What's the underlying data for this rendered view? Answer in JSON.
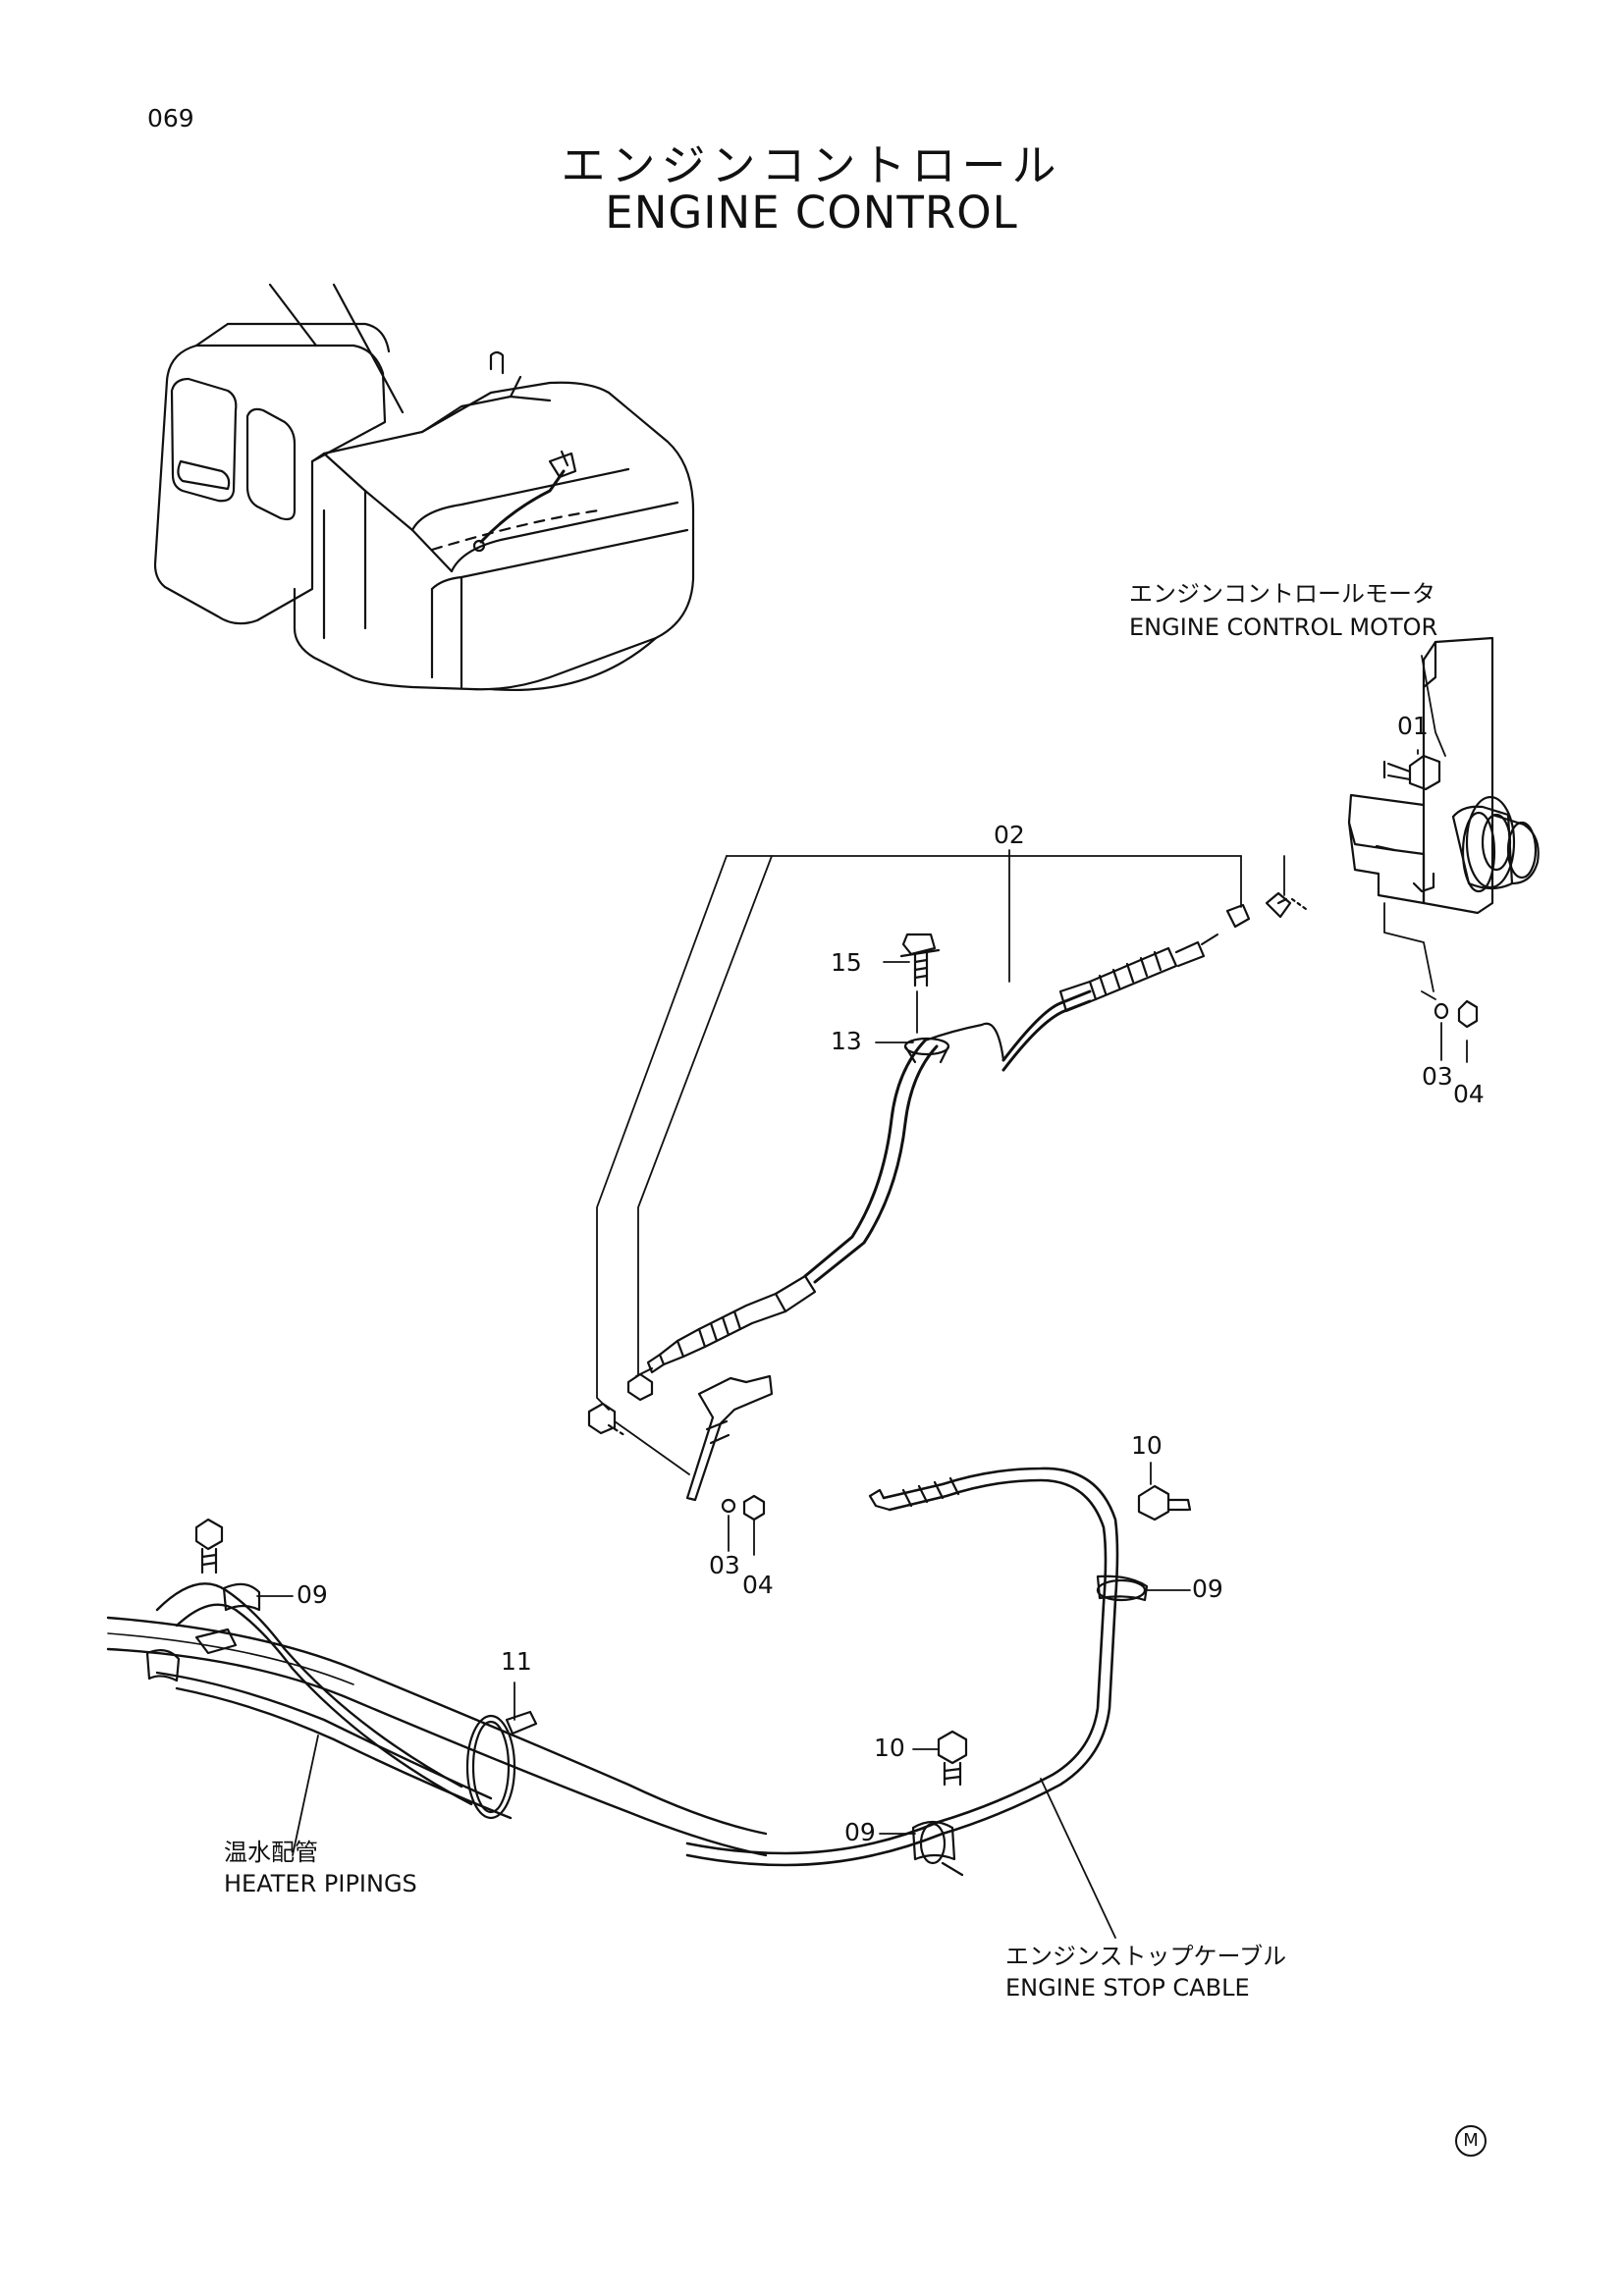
{
  "page_number": "069",
  "title": {
    "japanese": "エンジンコントロール",
    "english": "ENGINE CONTROL"
  },
  "labels": {
    "motor": {
      "japanese": "エンジンコントロールモータ",
      "english": "ENGINE CONTROL MOTOR"
    },
    "heater": {
      "japanese": "温水配管",
      "english": "HEATER PIPINGS"
    },
    "stop_cable": {
      "japanese": "エンジンストップケーブル",
      "english": "ENGINE STOP CABLE"
    }
  },
  "callouts": {
    "c01": "01",
    "c02": "02",
    "c03_right": "03",
    "c04_right": "04",
    "c13": "13",
    "c15": "15",
    "c03_mid": "03",
    "c04_mid": "04",
    "c10_right": "10",
    "c09_right": "09",
    "c09_left": "09",
    "c11": "11",
    "c10_bottom": "10",
    "c09_bottom": "09"
  },
  "logo_mark": "M"
}
